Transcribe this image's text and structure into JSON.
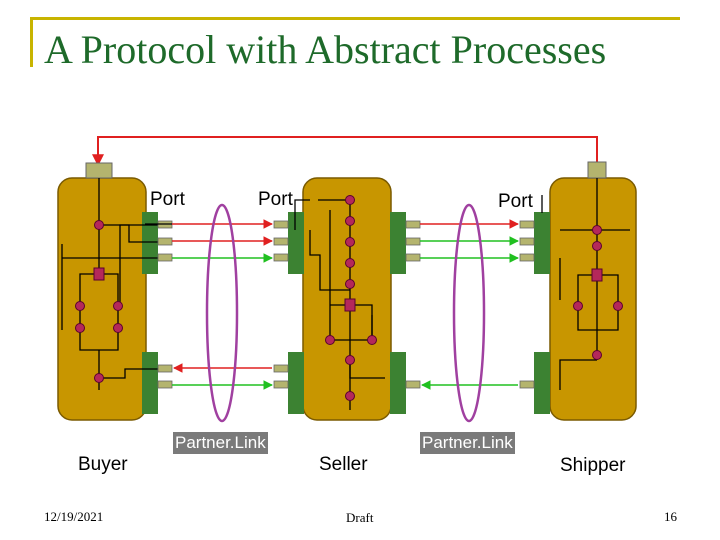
{
  "title": "A Protocol with Abstract Processes",
  "ports": [
    "Port",
    "Port",
    "Port"
  ],
  "partner_links": [
    "Partner.Link",
    "Partner.Link"
  ],
  "participants": {
    "buyer": "Buyer",
    "seller": "Seller",
    "shipper": "Shipper"
  },
  "footer": {
    "date": "12/19/2021",
    "center": "Draft",
    "page": "16"
  },
  "colors": {
    "title": "#1e6a2a",
    "frame": "#c8b400",
    "process": "#c89600",
    "port": "#3c8232",
    "node": "#b4285a",
    "link": "#a040a0",
    "red_msg": "#e02020",
    "green_msg": "#20c020"
  }
}
